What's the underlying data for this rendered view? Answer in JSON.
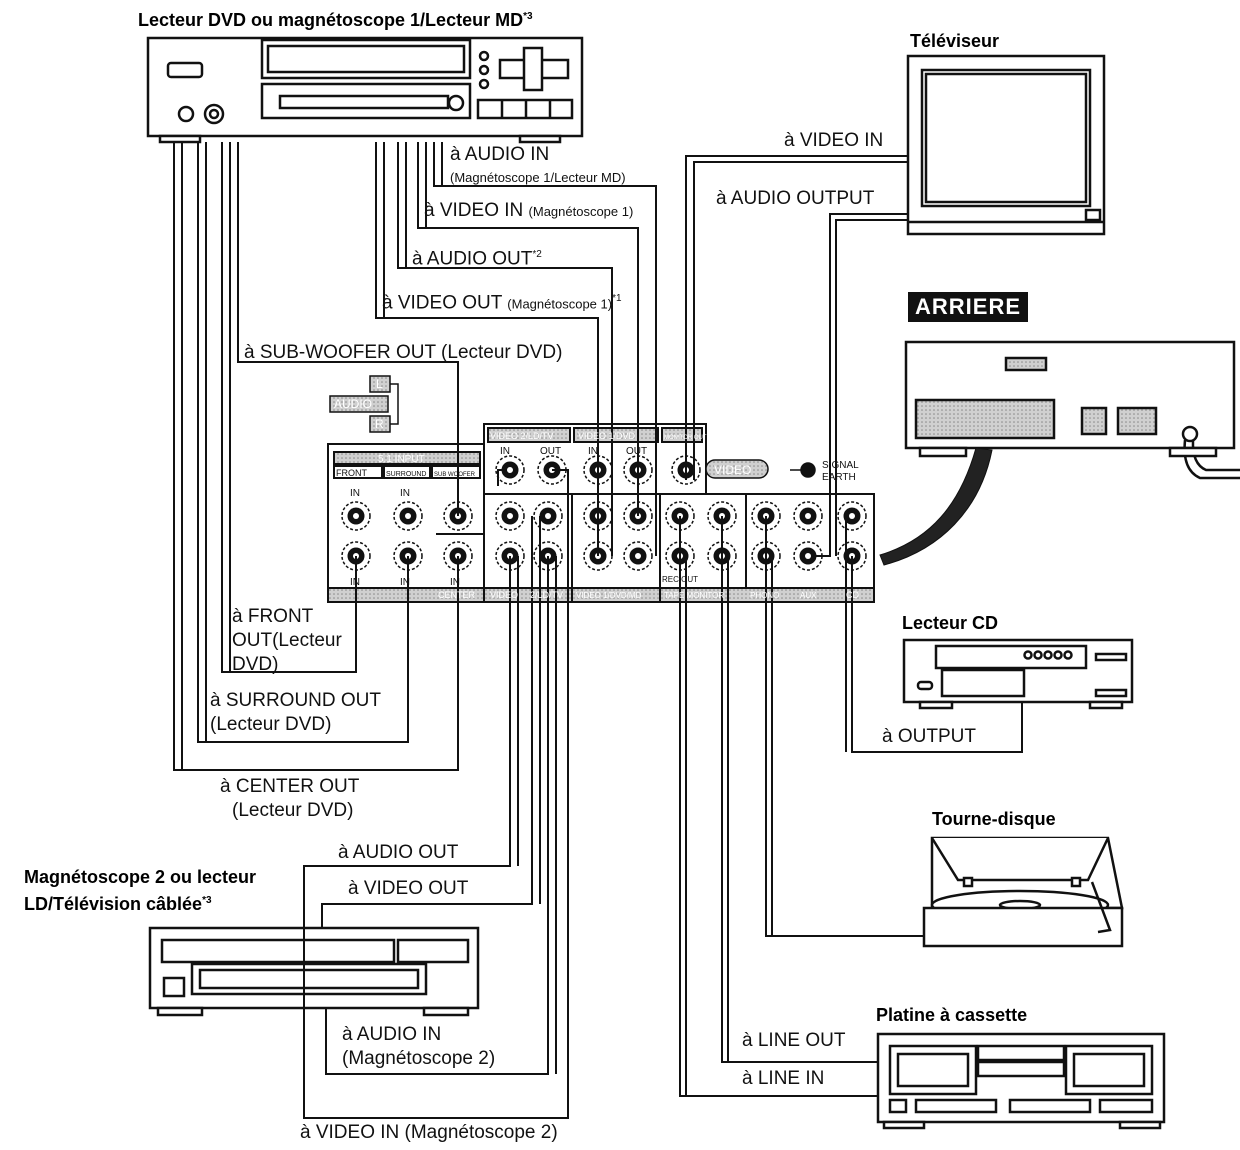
{
  "devices": {
    "dvd": "Lecteur DVD ou magnétoscope 1/Lecteur MD",
    "dvd_note": "*3",
    "tv": "Téléviseur",
    "rear": "ARRIERE",
    "cd": "Lecteur CD",
    "turntable": "Tourne-disque",
    "vcr2_line1": "Magnétoscope 2 ou lecteur",
    "vcr2_line2": "LD/Télévision câblée",
    "vcr2_note": "*3",
    "cassette": "Platine à cassette"
  },
  "labels": {
    "audio_in_1": "à AUDIO IN",
    "audio_in_1_sub": "(Magnétoscope 1/Lecteur MD)",
    "video_in_1": "à VIDEO IN",
    "video_in_1_sub": "(Magnétoscope 1)",
    "audio_out_2": "à AUDIO OUT",
    "audio_out_2_note": "*2",
    "video_out_1": "à VIDEO OUT",
    "video_out_1_sub": "(Magnétoscope 1)",
    "video_out_1_note": "*1",
    "sub_woofer": "à SUB-WOOFER OUT (Lecteur DVD)",
    "tv_video_in": "à VIDEO IN",
    "tv_audio_output": "à  AUDIO OUTPUT",
    "front_out_1": "à FRONT",
    "front_out_2": "OUT(Lecteur",
    "front_out_3": "DVD)",
    "surround_out_1": "à SURROUND OUT",
    "surround_out_2": "(Lecteur DVD)",
    "center_out_1": "à CENTER OUT",
    "center_out_2": "(Lecteur DVD)",
    "vcr2_audio_out": "à AUDIO OUT",
    "vcr2_video_out": "à VIDEO OUT",
    "vcr2_audio_in_1": "à AUDIO IN",
    "vcr2_audio_in_2": "(Magnétoscope 2)",
    "vcr2_video_in": "à VIDEO IN (Magnétoscope 2)",
    "cd_output": "à OUTPUT",
    "line_out": "à LINE OUT",
    "line_in": "à LINE IN"
  },
  "panel": {
    "audio": "AUDIO",
    "l": "L",
    "r": "R",
    "input_51": "5.1 INPUT",
    "front": "FRONT",
    "surround": "SURROUND",
    "subwoofer": "SUB WOOFER",
    "in": "IN",
    "out": "OUT",
    "center": "CENTER",
    "video2_header": "VIDEO 2/LD/TV",
    "video1_header": "VIDEO 1/DVD",
    "monitor_header": "MONITOR OUT",
    "video_tag": "VIDEO",
    "signal_earth_1": "SIGNAL",
    "signal_earth_2": "EARTH",
    "rec_out": "REC OUT",
    "bottom_video": "VIDEO",
    "bottom_ld_tv": "2/LD/TV",
    "bottom_video1": "VIDEO 1/DVD/MD",
    "bottom_tape": "TAPE MONITOR",
    "bottom_phono": "PHONO",
    "bottom_aux": "AUX",
    "bottom_cd": "CD"
  },
  "colors": {
    "line": "#111111",
    "panel": "#ffffff",
    "shade": "#bdbdbd"
  }
}
